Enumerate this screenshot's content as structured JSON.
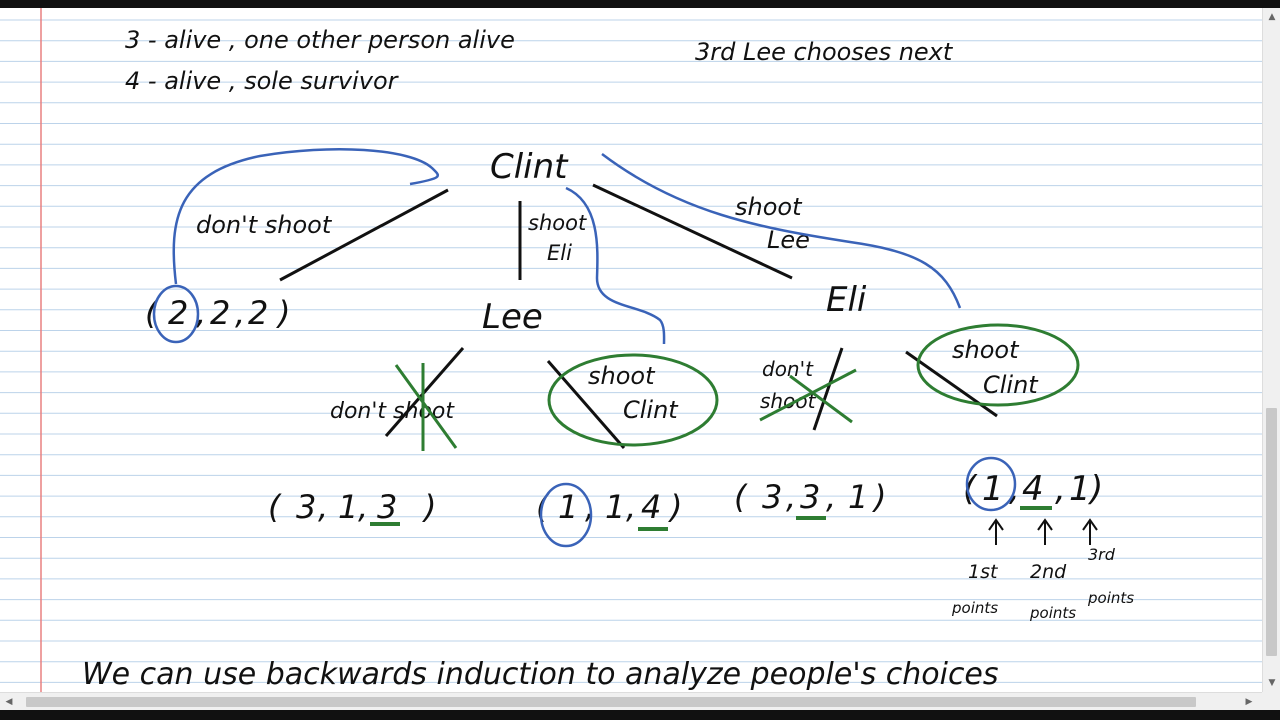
{
  "notes": {
    "line1": "3 - alive , one other person alive",
    "line2": "4 - alive , sole survivor",
    "line3": "3rd Lee chooses next"
  },
  "tree": {
    "root": "Clint",
    "branch_dont_shoot": "don't shoot",
    "branch_shoot_eli": [
      "shoot",
      "Eli"
    ],
    "branch_shoot_lee": [
      "shoot",
      "Lee"
    ],
    "payoff_root": [
      "2",
      "2",
      "2"
    ],
    "node_lee": "Lee",
    "node_eli": "Eli",
    "lee_dont_shoot": "don't shoot",
    "lee_shoot_clint": [
      "shoot",
      "Clint"
    ],
    "eli_dont_shoot": [
      "don't",
      "shoot"
    ],
    "eli_shoot_clint": [
      "shoot",
      "Clint"
    ],
    "payoff_a": [
      "3",
      "1",
      "3"
    ],
    "payoff_b": [
      "1",
      "1",
      "4"
    ],
    "payoff_c": [
      "3",
      "3",
      "1"
    ],
    "payoff_d": [
      "1",
      "4",
      "1"
    ]
  },
  "annotations": {
    "first": "1st",
    "second": "2nd",
    "third": "3rd",
    "points": "points",
    "points2": "points",
    "points3": "points"
  },
  "bottom_text": "We can use backwards induction to analyze people's choices",
  "colors": {
    "ink": "#111111",
    "blue": "#3a63b8",
    "green": "#2e7d32",
    "rule": "#bcd3ea",
    "margin": "#e88080"
  },
  "scroll_arrows": {
    "up": "▲",
    "down": "▼",
    "left": "◀",
    "right": "▶"
  }
}
